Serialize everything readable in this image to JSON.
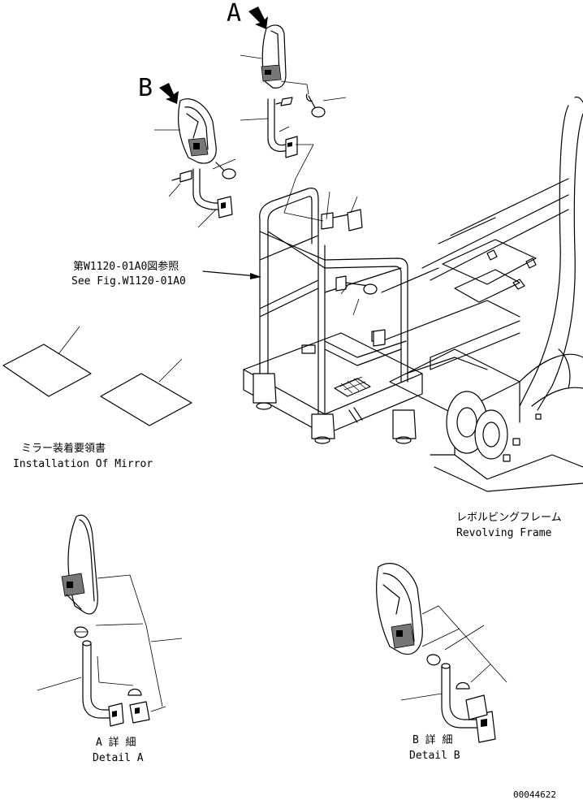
{
  "views": {
    "view_a_marker": "A",
    "view_b_marker": "B"
  },
  "reference": {
    "jp": "第W1120-01A0図参照",
    "en": "See Fig.W1120-01A0"
  },
  "instructions_label": {
    "jp": "ミラー装着要領書",
    "en": "Installation Of Mirror"
  },
  "frame_label": {
    "jp": "レボルビングフレーム",
    "en": "Revolving Frame"
  },
  "detail_a": {
    "jp": "A 詳 細",
    "en": "Detail A"
  },
  "detail_b": {
    "jp": "B 詳 細",
    "en": "Detail B"
  },
  "drawing_number": "00044622"
}
